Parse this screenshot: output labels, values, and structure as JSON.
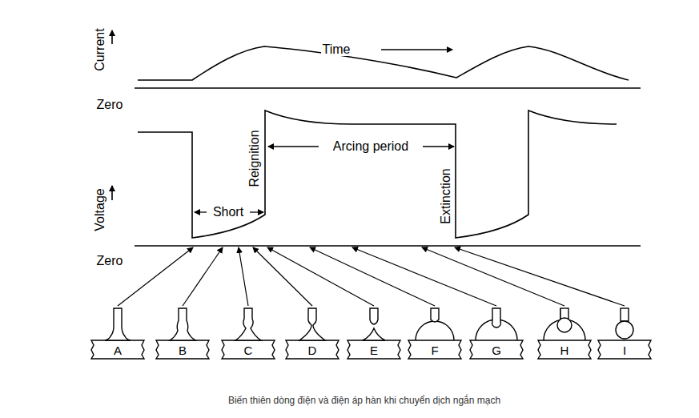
{
  "diagram": {
    "caption": "Biến thiên dòng điện và điện áp hàn khi chuyển dịch ngắn mạch",
    "labels": [
      "Current",
      "Time",
      "Zero",
      "Voltage",
      "Reignition",
      "Short",
      "Arcing period",
      "Extinction",
      "Zero",
      "A",
      "B",
      "C",
      "D",
      "E",
      "F",
      "G",
      "H",
      "I"
    ]
  }
}
